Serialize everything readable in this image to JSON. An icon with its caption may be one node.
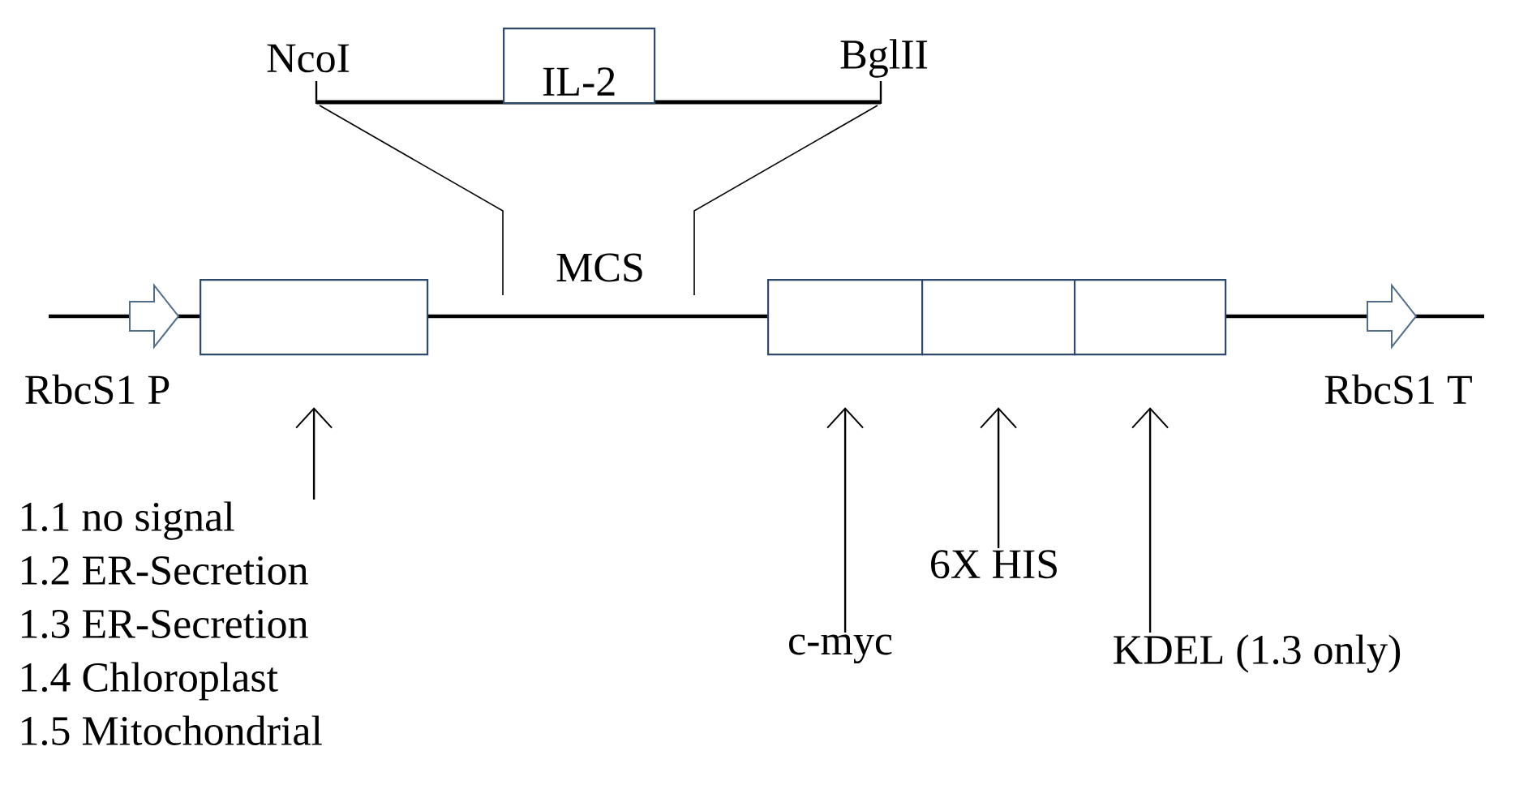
{
  "diagram": {
    "nodes": [
      {
        "text": [
          "IL-2"
        ]
      },
      {
        "text": [
          "RbcS1 P"
        ]
      },
      {
        "text": [],
        "shape": "box"
      },
      {
        "text": [],
        "shape": "box"
      },
      {
        "text": [],
        "shape": "box"
      },
      {
        "text": [],
        "shape": "box"
      },
      {
        "text": [
          "RbcS1 T"
        ]
      },
      {
        "text": [
          "1.1 no signal",
          "1.2 ER-Secretion",
          "1.3 ER-Secretion",
          "1.4 Chloroplast",
          "1.5 Mitochondrial"
        ]
      },
      {
        "text": [
          "c-myc"
        ]
      },
      {
        "text": [
          "6X HIS"
        ]
      },
      {
        "text": [
          "KDEL (1.3 only)"
        ]
      }
    ],
    "edges": [
      {
        "from": 7,
        "to": 2,
        "arrow": "to"
      },
      {
        "from": 8,
        "to": 3,
        "arrow": "to"
      },
      {
        "from": 9,
        "to": 4,
        "arrow": "to"
      },
      {
        "from": 10,
        "to": 5,
        "arrow": "to"
      }
    ],
    "labels": [
      "NcoI",
      "BglII",
      "MCS"
    ]
  }
}
